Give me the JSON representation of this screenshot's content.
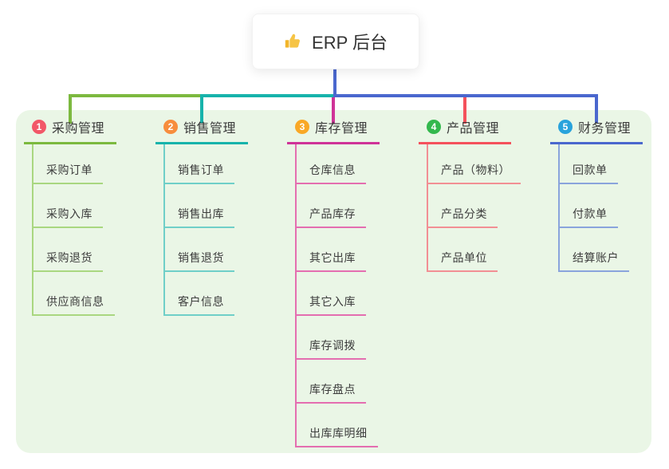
{
  "root": {
    "icon_name": "thumbs-up",
    "label": "ERP 后台"
  },
  "panel": {
    "background": "#eaf6e6"
  },
  "connector": {
    "root_color": "#4a67ce"
  },
  "branches": [
    {
      "number": "1",
      "title": "采购管理",
      "color": "#7cb93f",
      "light_color": "#a9d780",
      "badge_color": "#f25768",
      "children": [
        "采购订单",
        "采购入库",
        "采购退货",
        "供应商信息"
      ]
    },
    {
      "number": "2",
      "title": "销售管理",
      "color": "#17b3ab",
      "light_color": "#6fcfc8",
      "badge_color": "#f78d3d",
      "children": [
        "销售订单",
        "销售出库",
        "销售退货",
        "客户信息"
      ]
    },
    {
      "number": "3",
      "title": "库存管理",
      "color": "#cf3398",
      "light_color": "#e46eb0",
      "badge_color": "#f9a826",
      "children": [
        "仓库信息",
        "产品库存",
        "其它出库",
        "其它入库",
        "库存调拨",
        "库存盘点",
        "出库库明细"
      ]
    },
    {
      "number": "4",
      "title": "产品管理",
      "color": "#f4515c",
      "light_color": "#f28f94",
      "badge_color": "#33b84d",
      "children": [
        "产品（物料）",
        "产品分类",
        "产品单位"
      ]
    },
    {
      "number": "5",
      "title": "财务管理",
      "color": "#4a67ce",
      "light_color": "#8aa4dc",
      "badge_color": "#29a3dc",
      "children": [
        "回款单",
        "付款单",
        "结算账户"
      ]
    }
  ]
}
